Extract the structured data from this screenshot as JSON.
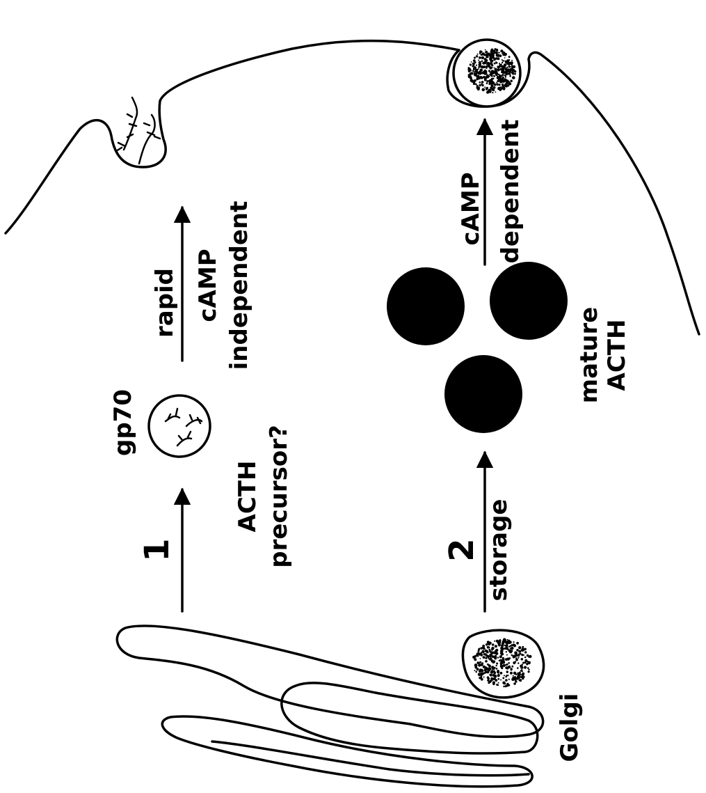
{
  "diagram": {
    "labels": {
      "pathway_1": "1",
      "pathway_2": "2",
      "gp70": "gp70",
      "acth_precursor_line1": "ACTH",
      "acth_precursor_line2": "precursor?",
      "rapid": "rapid",
      "camp_independent_line1": "cAMP",
      "camp_independent_line2": "independent",
      "storage": "storage",
      "mature_acth_line1": "mature",
      "mature_acth_line2": "ACTH",
      "camp_dependent_line1": "cAMP",
      "camp_dependent_line2": "dependent",
      "golgi": "Golgi"
    },
    "colors": {
      "ink": "#000000",
      "background": "#ffffff"
    }
  }
}
